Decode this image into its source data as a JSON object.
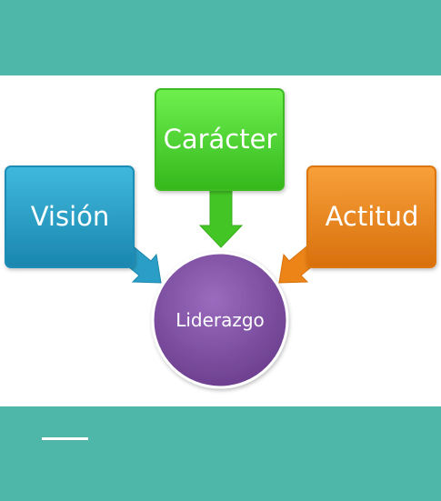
{
  "diagram": {
    "center": {
      "label": "Liderazgo",
      "color": "#7e4fa0"
    },
    "nodes": [
      {
        "id": "caracter",
        "label": "Carácter",
        "color": "#49d42c"
      },
      {
        "id": "vision",
        "label": "Visión",
        "color": "#27a0c8"
      },
      {
        "id": "actitud",
        "label": "Actitud",
        "color": "#f08a1c"
      }
    ]
  },
  "colors": {
    "band": "#4fb6aa",
    "background": "#ffffff",
    "accent_line": "#ffffff"
  }
}
